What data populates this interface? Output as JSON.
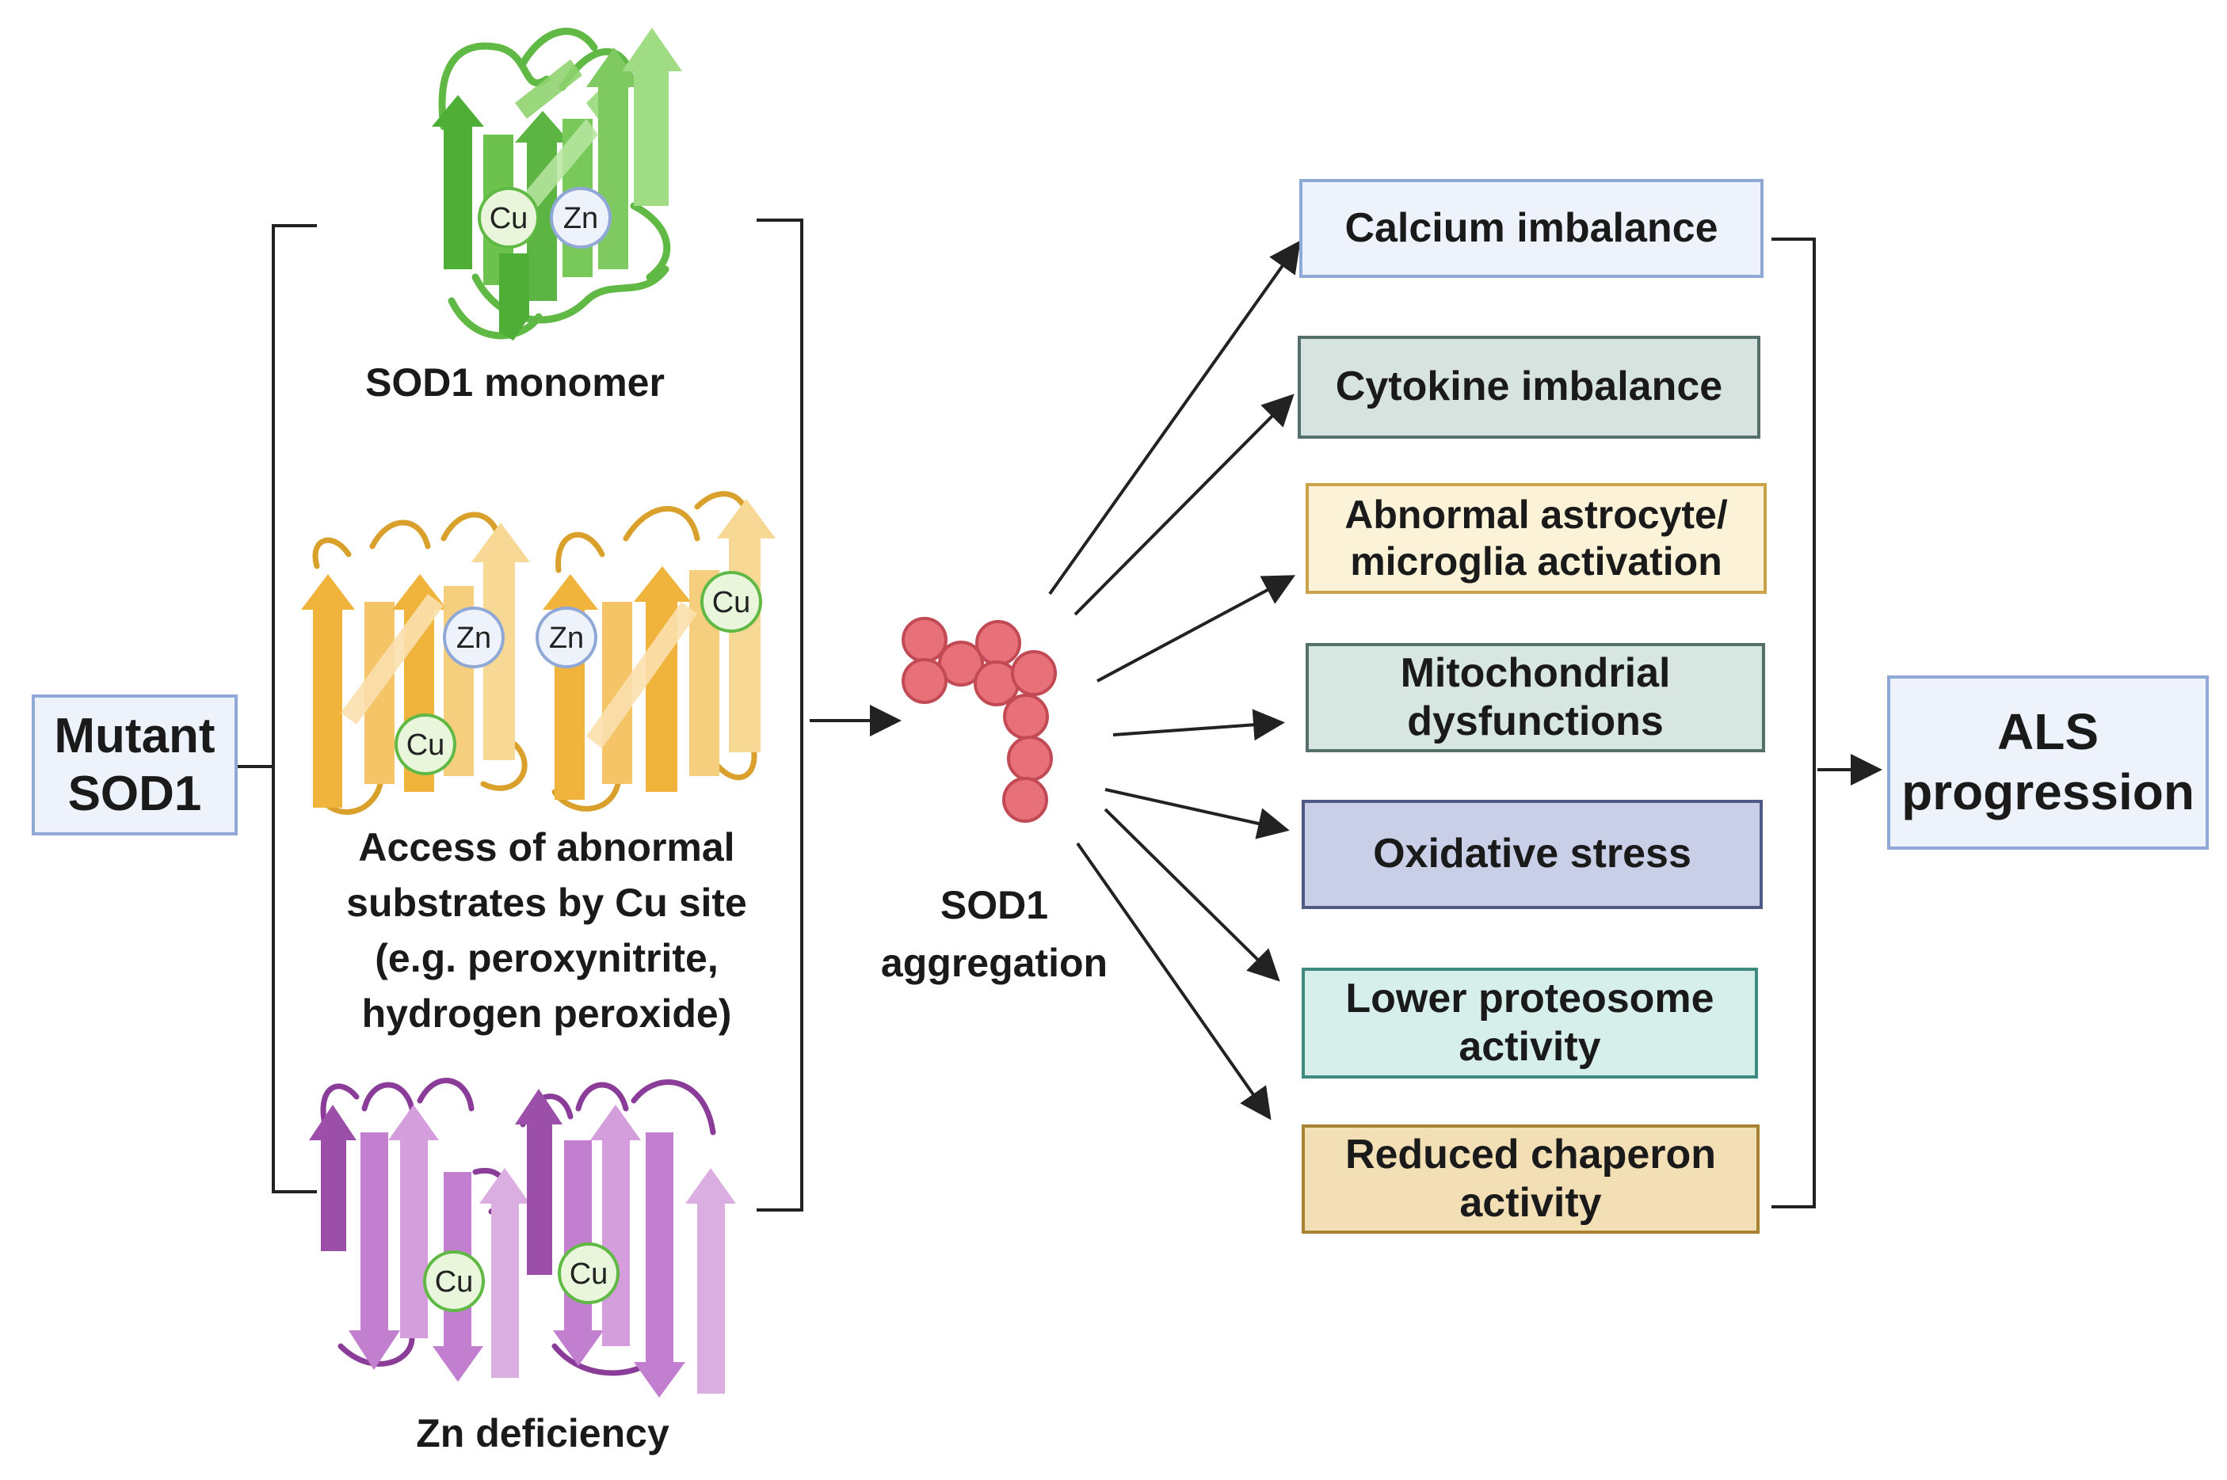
{
  "mutant": {
    "line1": "Mutant",
    "line2": "SOD1"
  },
  "states": {
    "monomer": "SOD1 monomer",
    "cu_access": {
      "line1": "Access of abnormal",
      "line2": "substrates by Cu site",
      "line3": "(e.g. peroxynitrite,",
      "line4": "hydrogen peroxide)"
    },
    "zn_deficiency": "Zn deficiency"
  },
  "ion_labels": {
    "copper": "Cu",
    "zinc": "Zn"
  },
  "aggregation": {
    "line1": "SOD1",
    "line2": "aggregation"
  },
  "effects": [
    {
      "line1": "Calcium imbalance",
      "line2": "",
      "fill": "#eef3fb",
      "border": "#8fa8d6"
    },
    {
      "line1": "Cytokine imbalance",
      "line2": "",
      "fill": "#d7e3df",
      "border": "#55706a"
    },
    {
      "line1": "Abnormal astrocyte/",
      "line2": "microglia activation",
      "fill": "#fbf2d8",
      "border": "#c9a24a"
    },
    {
      "line1": "Mitochondrial",
      "line2": "dysfunctions",
      "fill": "#d8e6e2",
      "border": "#55706a"
    },
    {
      "line1": "Oxidative stress",
      "line2": "",
      "fill": "#c9cfe6",
      "border": "#4f5a86"
    },
    {
      "line1": "Lower proteosome",
      "line2": "activity",
      "fill": "#d6efeb",
      "border": "#3f8a7e"
    },
    {
      "line1": "Reduced chaperon",
      "line2": "activity",
      "fill": "#f3dfb6",
      "border": "#a88332"
    }
  ],
  "outcome": {
    "line1": "ALS",
    "line2": "progression"
  },
  "colors": {
    "green": "#5fb944",
    "orange": "#f0b43c",
    "purple": "#c27fcf",
    "aggregate": "#e87078",
    "mutant_fill": "#eef3fb",
    "mutant_border": "#8fa8d6"
  }
}
